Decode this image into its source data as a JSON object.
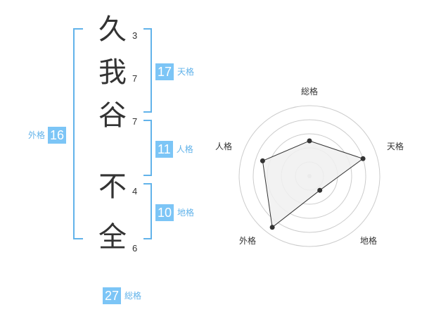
{
  "name": {
    "characters": [
      {
        "char": "久",
        "strokes": "3"
      },
      {
        "char": "我",
        "strokes": "7"
      },
      {
        "char": "谷",
        "strokes": "7"
      },
      {
        "char": "不",
        "strokes": "4"
      },
      {
        "char": "全",
        "strokes": "6"
      }
    ]
  },
  "fortunes": {
    "tenkaku": {
      "label": "天格",
      "value": "17"
    },
    "jinkaku": {
      "label": "人格",
      "value": "11"
    },
    "chikaku": {
      "label": "地格",
      "value": "10"
    },
    "gaikaku": {
      "label": "外格",
      "value": "16"
    },
    "soukaku": {
      "label": "総格",
      "value": "27"
    }
  },
  "radar": {
    "axes": [
      "総格",
      "天格",
      "地格",
      "外格",
      "人格"
    ],
    "values": [
      0.5,
      0.8,
      0.25,
      0.9,
      0.7
    ],
    "rings": 5,
    "fill_color": "#f0f0f0",
    "line_color": "#333333"
  },
  "colors": {
    "accent": "#7cc5f6",
    "bracket": "#62b3ea",
    "text": "#333333"
  }
}
